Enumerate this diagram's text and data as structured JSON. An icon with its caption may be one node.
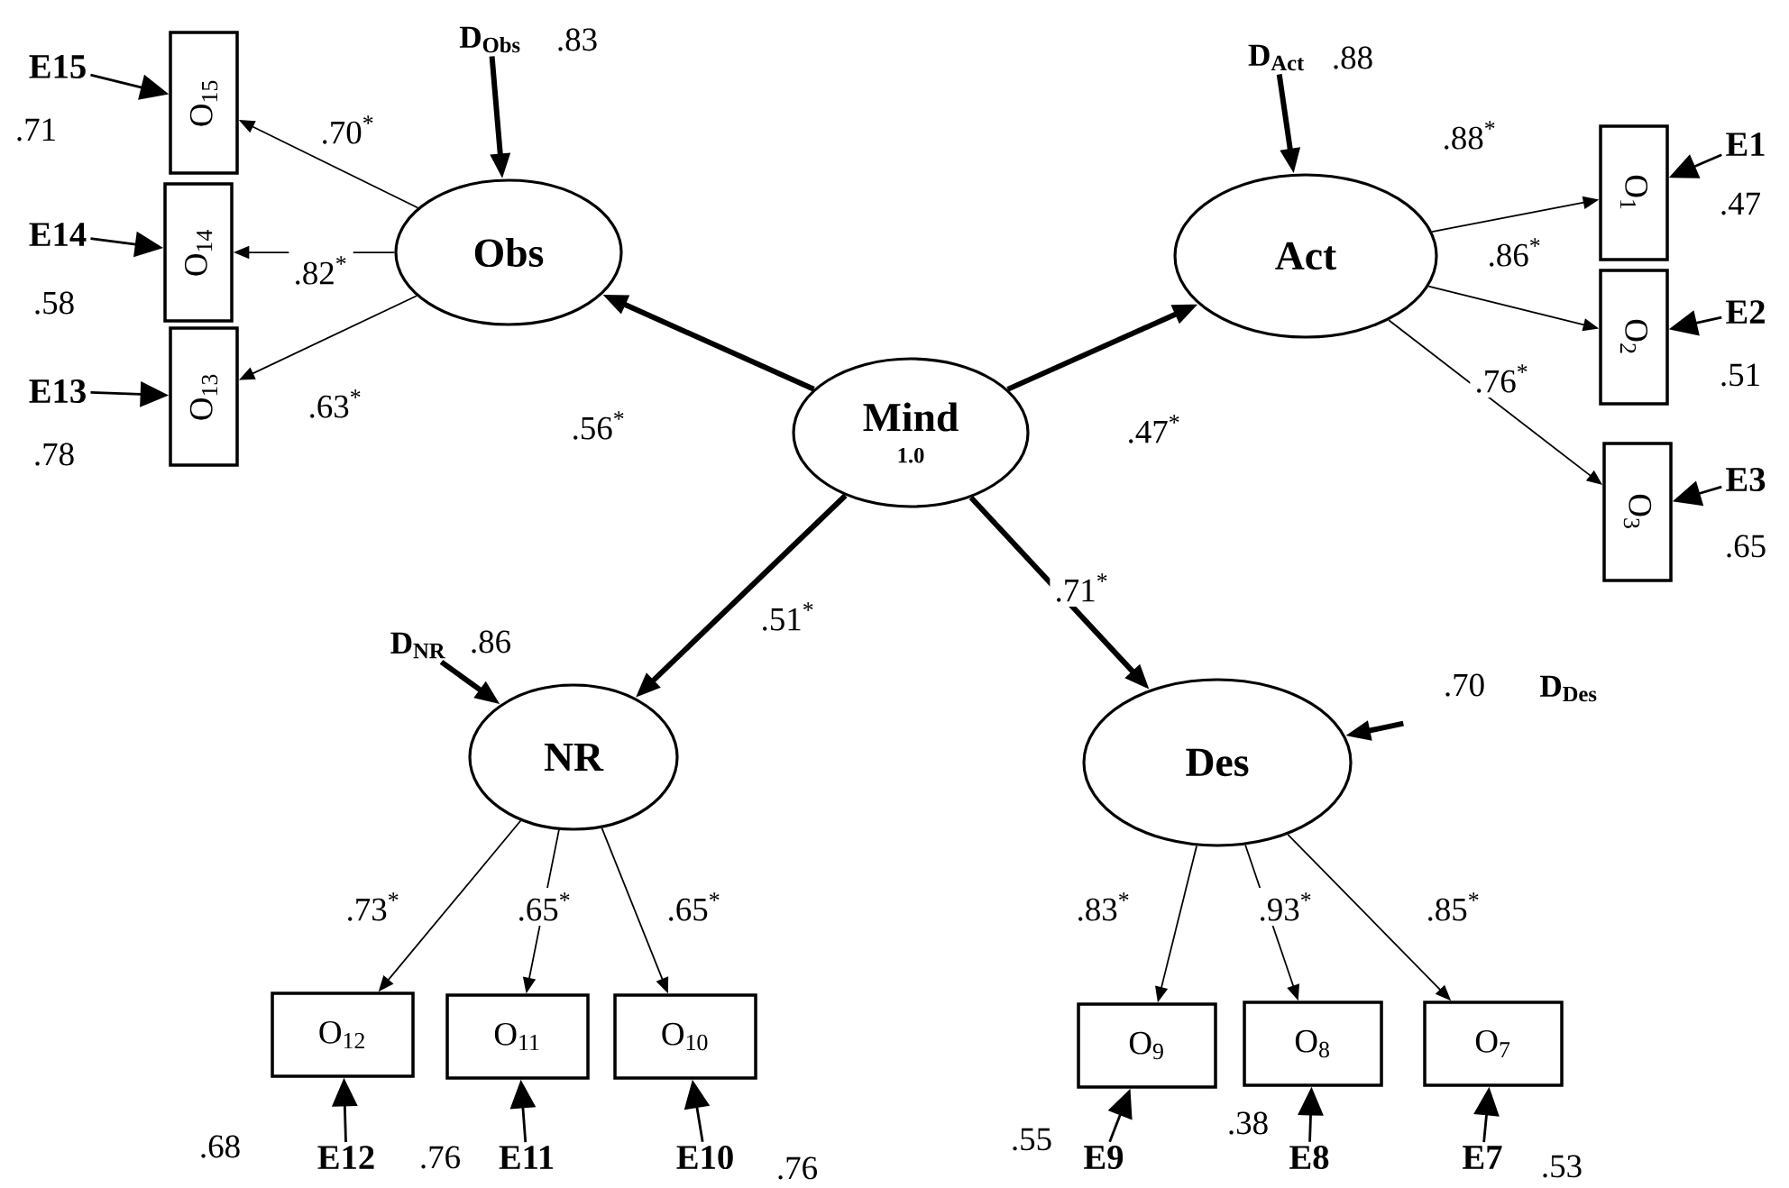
{
  "diagram": {
    "nodes": [
      {
        "text": [
          "Mind",
          "1.0"
        ]
      },
      {
        "text": [
          "Obs"
        ]
      },
      {
        "text": [
          "Act"
        ]
      },
      {
        "text": [
          "NR"
        ]
      },
      {
        "text": [
          "Des"
        ]
      },
      {
        "text": [
          "D$_{Obs}$"
        ],
        "beside": [
          ".83"
        ]
      },
      {
        "text": [
          "D$_{Act}$"
        ],
        "beside": [
          ".88"
        ]
      },
      {
        "text": [
          "D$_{NR}$"
        ],
        "beside": [
          ".86"
        ]
      },
      {
        "text": [
          "D$_{Des}$"
        ],
        "beside": [
          ".70"
        ]
      },
      {
        "text": [
          "O$_{1}$"
        ]
      },
      {
        "text": [
          "O$_{2}$"
        ]
      },
      {
        "text": [
          "O$_{3}$"
        ]
      },
      {
        "text": [
          "O$_{7}$"
        ]
      },
      {
        "text": [
          "O$_{8}$"
        ]
      },
      {
        "text": [
          "O$_{9}$"
        ]
      },
      {
        "text": [
          "O$_{10}$"
        ]
      },
      {
        "text": [
          "O$_{11}$"
        ]
      },
      {
        "text": [
          "O$_{12}$"
        ]
      },
      {
        "text": [
          "O$_{13}$"
        ]
      },
      {
        "text": [
          "O$_{14}$"
        ]
      },
      {
        "text": [
          "O$_{15}$"
        ]
      },
      {
        "text": [
          "E1"
        ],
        "beside": [
          ".47"
        ]
      },
      {
        "text": [
          "E2"
        ],
        "beside": [
          ".51"
        ]
      },
      {
        "text": [
          "E3"
        ],
        "beside": [
          ".65"
        ]
      },
      {
        "text": [
          "E7"
        ],
        "beside": [
          ".53"
        ]
      },
      {
        "text": [
          "E8"
        ],
        "beside": [
          ".38"
        ]
      },
      {
        "text": [
          "E9"
        ],
        "beside": [
          ".55"
        ]
      },
      {
        "text": [
          "E10"
        ],
        "beside": [
          ".76"
        ]
      },
      {
        "text": [
          "E11"
        ],
        "beside": [
          ".76"
        ]
      },
      {
        "text": [
          "E12"
        ],
        "beside": [
          ".68"
        ]
      },
      {
        "text": [
          "E13"
        ],
        "beside": [
          ".78"
        ]
      },
      {
        "text": [
          "E14"
        ],
        "beside": [
          ".58"
        ]
      },
      {
        "text": [
          "E15"
        ],
        "beside": [
          ".71"
        ]
      }
    ],
    "edges": [
      {
        "from": 0,
        "to": 1,
        "arrow": "to",
        "label": ".56$^{*}$",
        "style": "thick"
      },
      {
        "from": 0,
        "to": 2,
        "arrow": "to",
        "label": ".47$^{*}$",
        "style": "thick"
      },
      {
        "from": 0,
        "to": 3,
        "arrow": "to",
        "label": ".51$^{*}$",
        "style": "thick"
      },
      {
        "from": 0,
        "to": 4,
        "arrow": "to",
        "label": ".71$^{*}$",
        "style": "thick"
      },
      {
        "from": 5,
        "to": 1,
        "arrow": "to",
        "style": "thick"
      },
      {
        "from": 6,
        "to": 2,
        "arrow": "to",
        "style": "thick"
      },
      {
        "from": 7,
        "to": 3,
        "arrow": "to",
        "style": "thick"
      },
      {
        "from": 8,
        "to": 4,
        "arrow": "to",
        "style": "thick"
      },
      {
        "from": 2,
        "to": 9,
        "arrow": "to",
        "label": ".88$^{*}$"
      },
      {
        "from": 2,
        "to": 10,
        "arrow": "to",
        "label": ".86$^{*}$"
      },
      {
        "from": 2,
        "to": 11,
        "arrow": "to",
        "label": ".76$^{*}$"
      },
      {
        "from": 4,
        "to": 12,
        "arrow": "to",
        "label": ".85$^{*}$"
      },
      {
        "from": 4,
        "to": 13,
        "arrow": "to",
        "label": ".93$^{*}$"
      },
      {
        "from": 4,
        "to": 14,
        "arrow": "to",
        "label": ".83$^{*}$"
      },
      {
        "from": 3,
        "to": 15,
        "arrow": "to",
        "label": ".65$^{*}$"
      },
      {
        "from": 3,
        "to": 16,
        "arrow": "to",
        "label": ".65$^{*}$"
      },
      {
        "from": 3,
        "to": 17,
        "arrow": "to",
        "label": ".73$^{*}$"
      },
      {
        "from": 1,
        "to": 18,
        "arrow": "to",
        "label": ".63$^{*}$"
      },
      {
        "from": 1,
        "to": 19,
        "arrow": "to",
        "label": ".82$^{*}$"
      },
      {
        "from": 1,
        "to": 20,
        "arrow": "to",
        "label": ".70$^{*}$"
      },
      {
        "from": 21,
        "to": 9,
        "arrow": "to"
      },
      {
        "from": 22,
        "to": 10,
        "arrow": "to"
      },
      {
        "from": 23,
        "to": 11,
        "arrow": "to"
      },
      {
        "from": 24,
        "to": 12,
        "arrow": "to"
      },
      {
        "from": 25,
        "to": 13,
        "arrow": "to"
      },
      {
        "from": 26,
        "to": 14,
        "arrow": "to"
      },
      {
        "from": 27,
        "to": 15,
        "arrow": "to"
      },
      {
        "from": 28,
        "to": 16,
        "arrow": "to"
      },
      {
        "from": 29,
        "to": 17,
        "arrow": "to"
      },
      {
        "from": 30,
        "to": 18,
        "arrow": "to"
      },
      {
        "from": 31,
        "to": 19,
        "arrow": "to"
      },
      {
        "from": 32,
        "to": 20,
        "arrow": "to"
      }
    ]
  }
}
